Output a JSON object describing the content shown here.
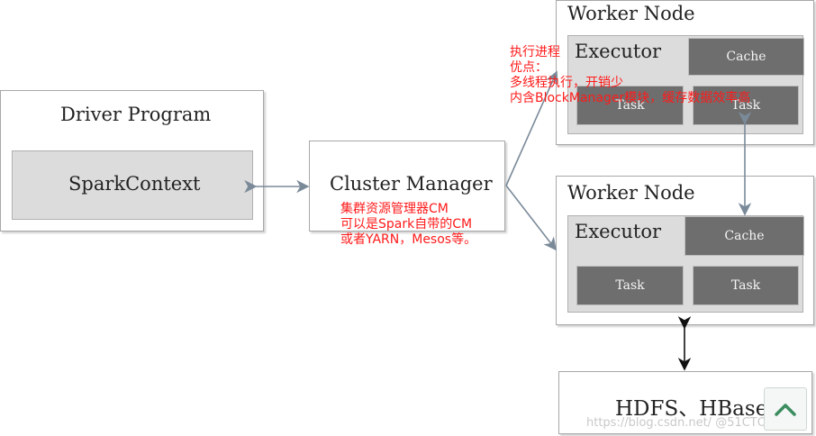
{
  "driver": {
    "title": "Driver Program",
    "context": "SparkContext"
  },
  "cluster_manager": {
    "title": "Cluster Manager"
  },
  "worker_top": {
    "title": "Worker Node",
    "executor": "Executor",
    "cache": "Cache",
    "task1": "Task",
    "task2": "Task"
  },
  "worker_bottom": {
    "title": "Worker Node",
    "executor": "Executor",
    "cache": "Cache",
    "task1": "Task",
    "task2": "Task"
  },
  "storage": {
    "title": "HDFS、HBase"
  },
  "annotations": {
    "cluster_note": [
      "集群资源管理器CM",
      "可以是Spark自带的CM",
      "或者YARN，Mesos等。"
    ],
    "executor_note": [
      "执行进程",
      "优点：",
      "多线程执行，开销少",
      "内含BlockManager模块，缓存数据效率高"
    ]
  },
  "watermark": "https://blog.csdn.net/ @51CTO博客",
  "colors": {
    "annotation": "#ff1a1a",
    "task_fill": "#6e6e6e",
    "context_fill": "#dcdcdc",
    "arrow": "#7a8a99"
  },
  "icons": {
    "back_to_top": "chevron-up-icon"
  }
}
